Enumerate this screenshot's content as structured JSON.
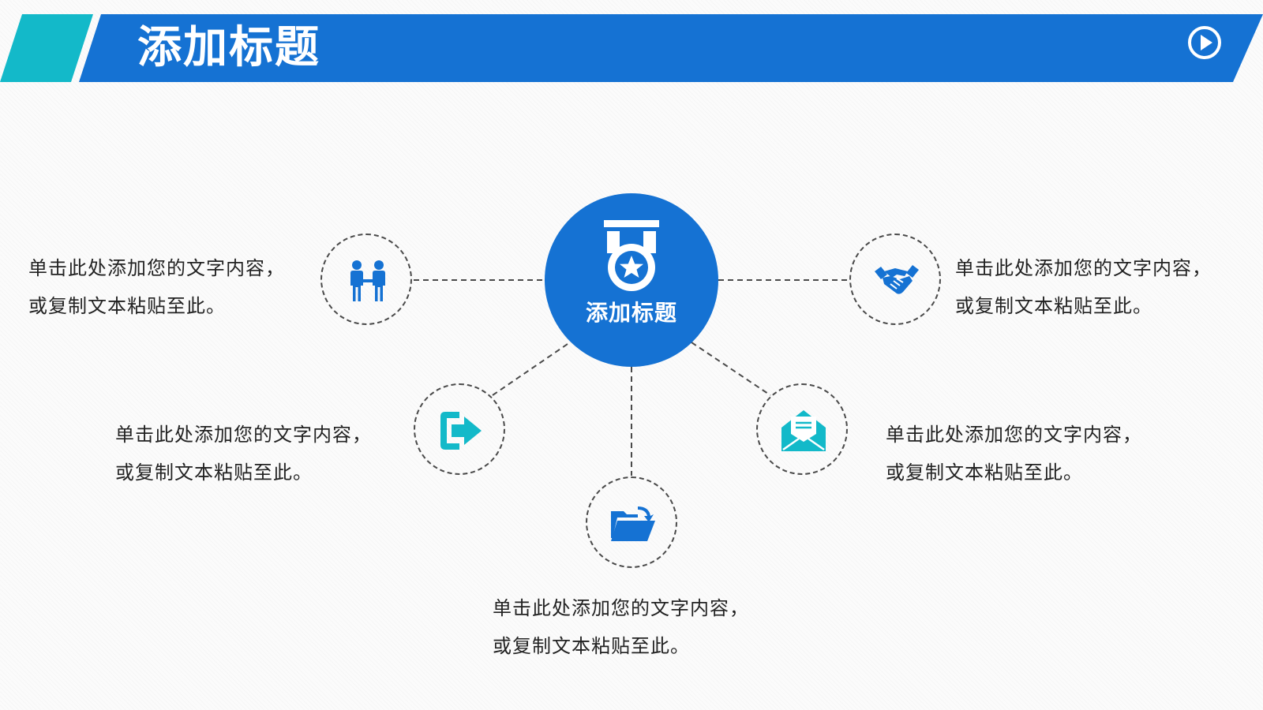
{
  "header": {
    "title": "添加标题"
  },
  "hub": {
    "label": "添加标题",
    "icon": "medal-icon"
  },
  "nodes": [
    {
      "icon": "people-icon",
      "line1": "单击此处添加您的文字内容，",
      "line2": "或复制文本粘贴至此。"
    },
    {
      "icon": "handshake-icon",
      "line1": "单击此处添加您的文字内容，",
      "line2": "或复制文本粘贴至此。"
    },
    {
      "icon": "exit-icon",
      "line1": "单击此处添加您的文字内容，",
      "line2": "或复制文本粘贴至此。"
    },
    {
      "icon": "mail-icon",
      "line1": "单击此处添加您的文字内容，",
      "line2": "或复制文本粘贴至此。"
    },
    {
      "icon": "folder-icon",
      "line1": "单击此处添加您的文字内容，",
      "line2": "或复制文本粘贴至此。"
    }
  ],
  "colors": {
    "primary": "#1572d3",
    "accent": "#13b9c9",
    "text": "#222222",
    "line": "#4a4a4a"
  }
}
